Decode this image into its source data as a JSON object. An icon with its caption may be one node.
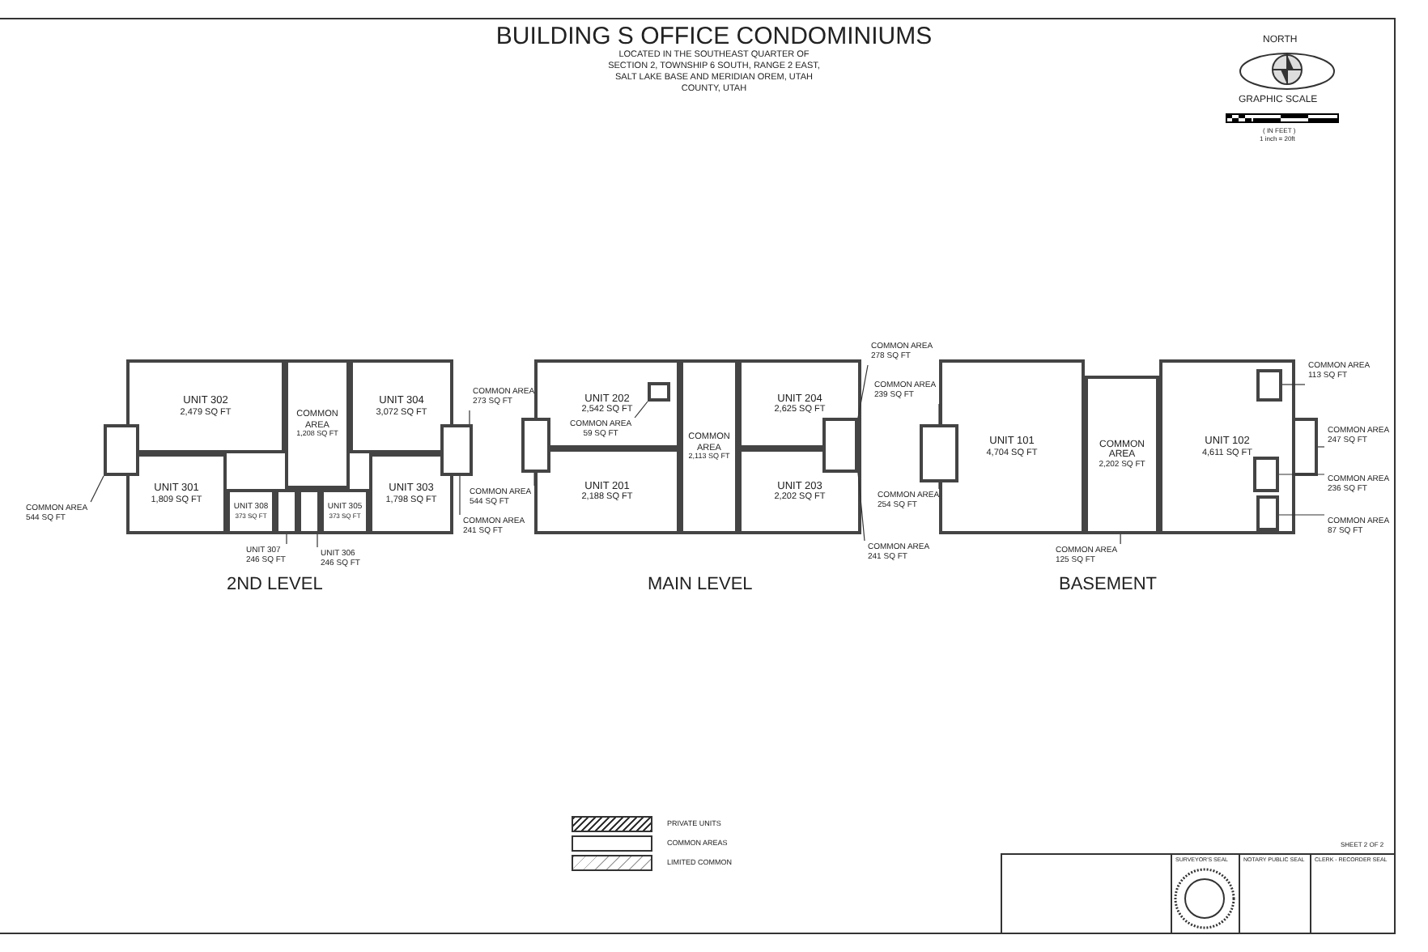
{
  "diagram": {
    "title": "BUILDING S OFFICE CONDOMINIUMS",
    "nodes": [
      {
        "text": [
          "UNIT 302",
          "2,479 SQ FT"
        ]
      },
      {
        "text": [
          "COMMON AREA",
          "1,208 SQ FT"
        ]
      },
      {
        "text": [
          "UNIT 304",
          "3,072 SQ FT"
        ]
      },
      {
        "text": [
          "UNIT 301",
          "1,809 SQ FT"
        ]
      },
      {
        "text": [
          "UNIT 308",
          "373 SQ FT"
        ]
      },
      {
        "text": [],
        "shape": "box"
      },
      {
        "text": [],
        "shape": "box"
      },
      {
        "text": [
          "UNIT 305",
          "373 SQ FT"
        ]
      },
      {
        "text": [
          "UNIT 303",
          "1,798 SQ FT"
        ]
      },
      {
        "text": [],
        "shape": "box"
      },
      {
        "text": [],
        "shape": "box"
      },
      {
        "text": [
          "COMMON AREA",
          "273 SQ FT"
        ]
      },
      {
        "text": [
          "COMMON AREA",
          "544 SQ FT"
        ]
      },
      {
        "text": [
          "COMMON AREA",
          "241 SQ FT"
        ]
      },
      {
        "text": [
          "UNIT 307",
          "246 SQ FT"
        ]
      },
      {
        "text": [
          "UNIT 306",
          "246 SQ FT"
        ]
      },
      {
        "text": [
          "UNIT 202",
          "2,542 SQ FT"
        ]
      },
      {
        "text": [
          "COMMON AREA",
          "2,113 SQ FT"
        ]
      },
      {
        "text": [
          "UNIT 204",
          "2,625 SQ FT"
        ]
      },
      {
        "text": [],
        "shape": "box",
        "in": 16
      },
      {
        "text": [
          "COMMON AREA",
          "59 SQ FT"
        ],
        "in": 16
      },
      {
        "text": [
          "UNIT 201",
          "2,188 SQ FT"
        ]
      },
      {
        "text": [
          "UNIT 203",
          "2,202 SQ FT"
        ]
      },
      {
        "text": [],
        "shape": "box"
      },
      {
        "text": [],
        "shape": "box"
      },
      {
        "text": [
          "COMMON AREA",
          "278 SQ FT"
        ]
      },
      {
        "text": [
          "COMMON AREA",
          "544 SQ FT"
        ]
      },
      {
        "text": [
          "COMMON AREA",
          "241 SQ FT"
        ]
      },
      {
        "text": [
          "UNIT 101",
          "4,704 SQ FT"
        ]
      },
      {
        "text": [
          "COMMON AREA",
          "2,202 SQ FT"
        ]
      },
      {
        "text": [
          "UNIT 102",
          "4,611 SQ FT"
        ]
      },
      {
        "text": [],
        "shape": "box"
      },
      {
        "text": [],
        "shape": "box",
        "in": 30
      },
      {
        "text": [],
        "shape": "box"
      },
      {
        "text": [],
        "shape": "box",
        "in": 30
      },
      {
        "text": [],
        "shape": "box",
        "in": 30
      },
      {
        "text": [
          "COMMON AREA",
          "239 SQ FT"
        ]
      },
      {
        "text": [
          "COMMON AREA",
          "254 SQ FT"
        ]
      },
      {
        "text": [
          "COMMON AREA",
          "125 SQ FT"
        ]
      },
      {
        "text": [
          "COMMON AREA",
          "113 SQ FT"
        ]
      },
      {
        "text": [
          "COMMON AREA",
          "247 SQ FT"
        ]
      },
      {
        "text": [
          "COMMON AREA",
          "236 SQ FT"
        ]
      },
      {
        "text": [
          "COMMON AREA",
          "87 SQ FT"
        ]
      }
    ],
    "edges": [
      {
        "from": 11,
        "to": 10,
        "arrow": "none"
      },
      {
        "from": 12,
        "to": 9,
        "arrow": "none"
      },
      {
        "from": 13,
        "to": 10,
        "arrow": "none"
      },
      {
        "from": 14,
        "to": 5,
        "arrow": "none"
      },
      {
        "from": 15,
        "to": 6,
        "arrow": "none"
      },
      {
        "from": 20,
        "to": 19,
        "arrow": "none"
      },
      {
        "from": 25,
        "to": 24,
        "arrow": "none"
      },
      {
        "from": 26,
        "to": 23,
        "arrow": "none"
      },
      {
        "from": 27,
        "to": 24,
        "arrow": "none"
      },
      {
        "from": 36,
        "to": 31,
        "arrow": "none"
      },
      {
        "from": 37,
        "to": 31,
        "arrow": "none"
      },
      {
        "from": 38,
        "to": 29,
        "arrow": "none"
      },
      {
        "from": 39,
        "to": 32,
        "arrow": "none"
      },
      {
        "from": 40,
        "to": 33,
        "arrow": "none"
      },
      {
        "from": 41,
        "to": 34,
        "arrow": "none"
      },
      {
        "from": 42,
        "to": 35,
        "arrow": "none"
      }
    ],
    "labels": [
      "LOCATED IN THE SOUTHEAST QUARTER OF SECTION 2, TOWNSHIP 6 SOUTH, RANGE 2 EAST, SALT LAKE BASE AND MERIDIAN OREM, UTAH COUNTY, UTAH",
      "NORTH",
      "GRAPHIC SCALE",
      "( IN FEET )",
      "1 inch = 20ft",
      "2ND LEVEL",
      "MAIN LEVEL",
      "BASEMENT",
      "SHEET 2 OF 2",
      "SURVEYOR'S SEAL",
      "NOTARY PUBLIC SEAL",
      "CLERK - RECORDER SEAL"
    ],
    "legend": [
      {
        "text": "PRIVATE UNITS"
      },
      {
        "text": "COMMON AREAS"
      },
      {
        "text": "LIMITED COMMON"
      }
    ]
  }
}
